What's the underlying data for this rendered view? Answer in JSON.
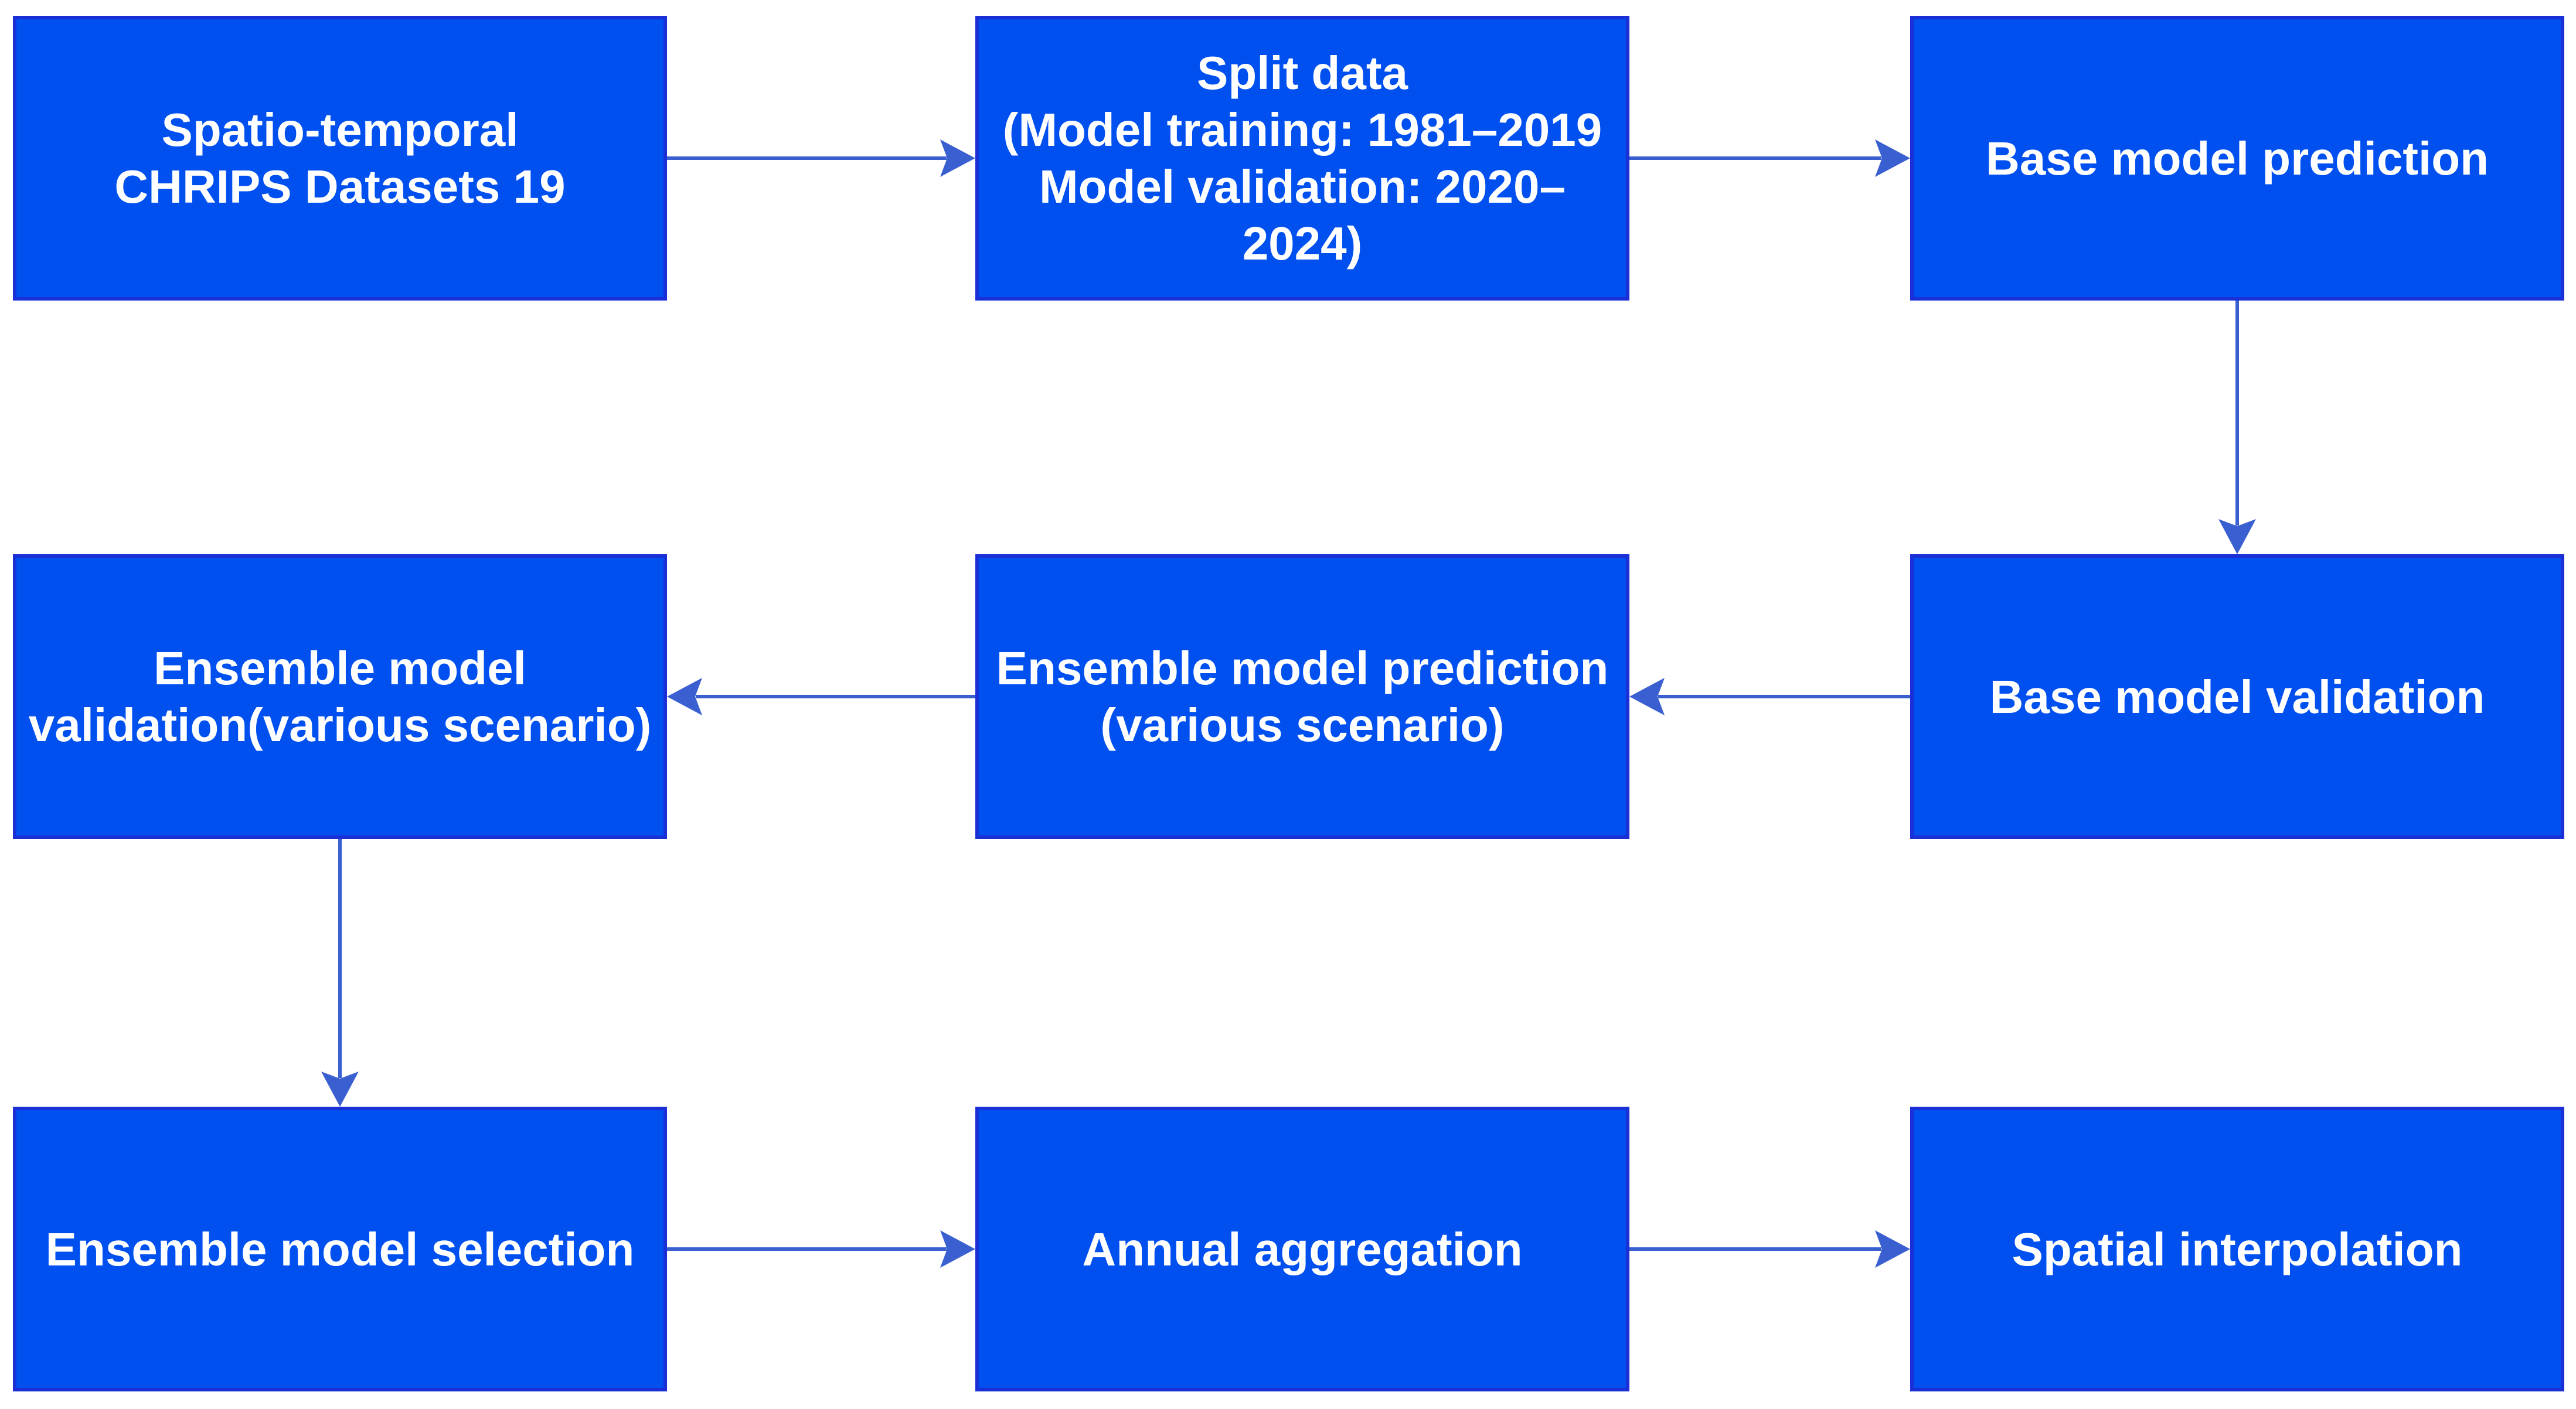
{
  "colors": {
    "box_fill": "#0050f0",
    "box_border": "#1a2fd6",
    "box_text": "#ffffff",
    "arrow": "#3a5fd0",
    "background": "#ffffff"
  },
  "nodes": {
    "datasets": {
      "lines": [
        "Spatio-temporal",
        "CHRIPS Datasets 19"
      ]
    },
    "split": {
      "lines": [
        "Split data",
        "(Model training: 1981–2019",
        "Model validation: 2020–",
        "2024)"
      ]
    },
    "base_prediction": {
      "lines": [
        "Base model prediction"
      ]
    },
    "base_validation": {
      "lines": [
        "Base model validation"
      ]
    },
    "ensemble_prediction": {
      "lines": [
        "Ensemble model prediction",
        "(various scenario)"
      ]
    },
    "ensemble_validation": {
      "lines": [
        "Ensemble model",
        "validation(various scenario)"
      ]
    },
    "ensemble_selection": {
      "lines": [
        "Ensemble model selection"
      ]
    },
    "annual_aggregation": {
      "lines": [
        "Annual aggregation"
      ]
    },
    "spatial_interpolation": {
      "lines": [
        "Spatial interpolation"
      ]
    }
  },
  "edges": [
    {
      "from": "datasets",
      "to": "split"
    },
    {
      "from": "split",
      "to": "base_prediction"
    },
    {
      "from": "base_prediction",
      "to": "base_validation"
    },
    {
      "from": "base_validation",
      "to": "ensemble_prediction"
    },
    {
      "from": "ensemble_prediction",
      "to": "ensemble_validation"
    },
    {
      "from": "ensemble_validation",
      "to": "ensemble_selection"
    },
    {
      "from": "ensemble_selection",
      "to": "annual_aggregation"
    },
    {
      "from": "annual_aggregation",
      "to": "spatial_interpolation"
    }
  ]
}
